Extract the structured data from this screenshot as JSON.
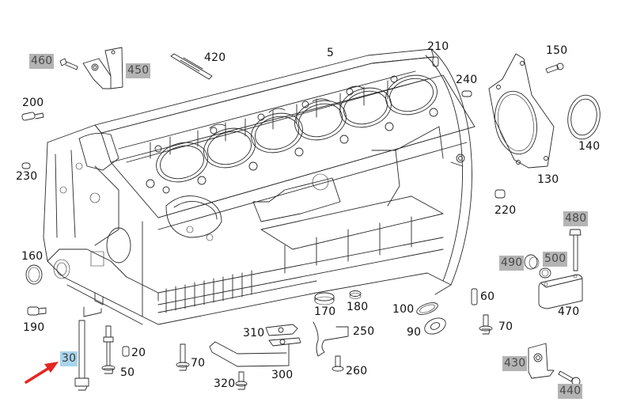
{
  "diagram": {
    "title": "Engine block (crankcase) exploded parts view",
    "accent_highlight_color": "#a8d4ec",
    "unavailable_label_color": "#b4b4b4",
    "pointer_arrow_color": "#e52521",
    "selected_part": "30",
    "labels": [
      {
        "id": "5",
        "text": "5",
        "style": "plain"
      },
      {
        "id": "20",
        "text": "20",
        "style": "plain"
      },
      {
        "id": "30",
        "text": "30",
        "style": "selected"
      },
      {
        "id": "50",
        "text": "50",
        "style": "plain"
      },
      {
        "id": "60",
        "text": "60",
        "style": "plain"
      },
      {
        "id": "70a",
        "text": "70",
        "style": "plain"
      },
      {
        "id": "70b",
        "text": "70",
        "style": "plain"
      },
      {
        "id": "90",
        "text": "90",
        "style": "plain"
      },
      {
        "id": "100",
        "text": "100",
        "style": "plain"
      },
      {
        "id": "130",
        "text": "130",
        "style": "plain"
      },
      {
        "id": "140",
        "text": "140",
        "style": "plain"
      },
      {
        "id": "150",
        "text": "150",
        "style": "plain"
      },
      {
        "id": "160",
        "text": "160",
        "style": "plain"
      },
      {
        "id": "170",
        "text": "170",
        "style": "plain"
      },
      {
        "id": "180",
        "text": "180",
        "style": "plain"
      },
      {
        "id": "190",
        "text": "190",
        "style": "plain"
      },
      {
        "id": "200",
        "text": "200",
        "style": "plain"
      },
      {
        "id": "210",
        "text": "210",
        "style": "plain"
      },
      {
        "id": "220",
        "text": "220",
        "style": "plain"
      },
      {
        "id": "230",
        "text": "230",
        "style": "plain"
      },
      {
        "id": "240",
        "text": "240",
        "style": "plain"
      },
      {
        "id": "250",
        "text": "250",
        "style": "plain"
      },
      {
        "id": "260",
        "text": "260",
        "style": "plain"
      },
      {
        "id": "300",
        "text": "300",
        "style": "plain"
      },
      {
        "id": "310",
        "text": "310",
        "style": "plain"
      },
      {
        "id": "320",
        "text": "320",
        "style": "plain"
      },
      {
        "id": "420",
        "text": "420",
        "style": "plain"
      },
      {
        "id": "430",
        "text": "430",
        "style": "grey"
      },
      {
        "id": "440",
        "text": "440",
        "style": "grey"
      },
      {
        "id": "450",
        "text": "450",
        "style": "grey"
      },
      {
        "id": "460",
        "text": "460",
        "style": "grey"
      },
      {
        "id": "470",
        "text": "470",
        "style": "plain"
      },
      {
        "id": "480",
        "text": "480",
        "style": "grey"
      },
      {
        "id": "490",
        "text": "490",
        "style": "grey"
      },
      {
        "id": "500",
        "text": "500",
        "style": "grey"
      }
    ]
  }
}
